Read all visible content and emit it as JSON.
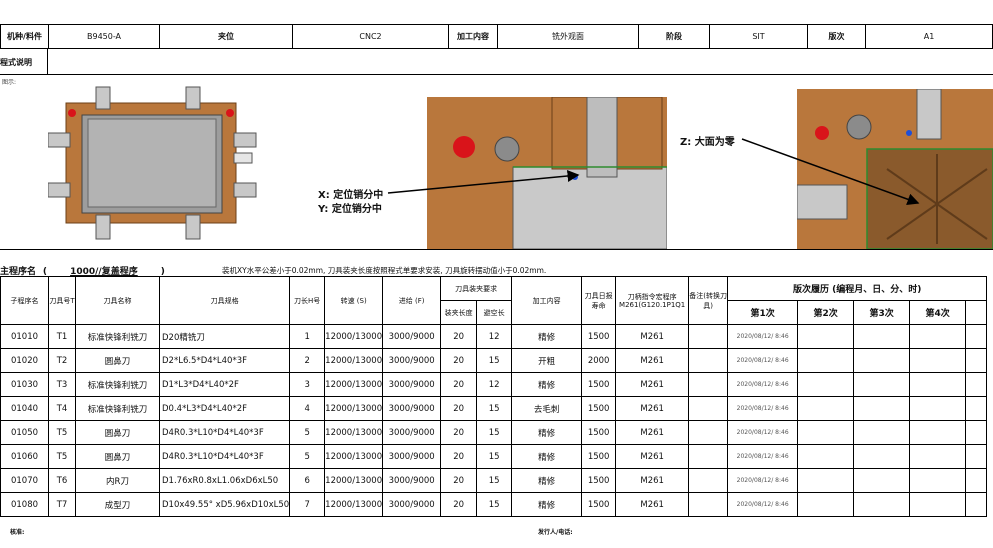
{
  "header": {
    "label_part": "机种/料件",
    "part_no": "B9450-A",
    "label_station": "夹位",
    "station": "CNC2",
    "label_process": "加工内容",
    "process": "铣外观面",
    "label_stage": "阶段",
    "stage": "SIT",
    "label_version": "版次",
    "version": "A1"
  },
  "program_desc_label": "程式说明",
  "images_label": "图示:",
  "image_captions": {
    "x_note": "X: 定位销分中",
    "y_note": "Y: 定位销分中",
    "z_note": "Z: 大面为零"
  },
  "main_program": {
    "label": "主程序名",
    "name": "1000//复盖程序",
    "note": "装机XY水平公差小于0.02mm, 刀具装夹长度按照程式单要求安装, 刀具旋转摆动值小于0.02mm."
  },
  "columns": {
    "sub_prog": "子程序名",
    "tool_no": "刀具号T",
    "tool_name": "刀具名称",
    "tool_spec": "刀具规格",
    "tool_h": "刀长H号",
    "speed": "转速 (S)",
    "feed": "进给 (F)",
    "clamp_group": "刀具装夹要求",
    "clamp_len": "装夹长度",
    "reach_len": "避空长",
    "content": "加工内容",
    "life": "刀具日报寿命",
    "cmd": "刀柄指令宏程序M261(G120.1P1Q1",
    "remark": "备注(转换刀具)",
    "history_group": "版次履历 (编程月、日、分、时)",
    "v1": "第1次",
    "v2": "第2次",
    "v3": "第3次",
    "v4": "第4次"
  },
  "rows": [
    {
      "sub": "01010",
      "t": "T1",
      "name": "标准快锋利铣刀",
      "spec": "D20精铣刀",
      "h": "1",
      "s": "12000/13000",
      "f": "3000/9000",
      "clamp": "20",
      "reach": "12",
      "content": "精修",
      "life": "1500",
      "cmd": "M261",
      "date": "2020/08/12/ 8:46"
    },
    {
      "sub": "01020",
      "t": "T2",
      "name": "圆鼻刀",
      "spec": "D2*L6.5*D4*L40*3F",
      "h": "2",
      "s": "12000/13000",
      "f": "3000/9000",
      "clamp": "20",
      "reach": "15",
      "content": "开粗",
      "life": "2000",
      "cmd": "M261",
      "date": "2020/08/12/ 8:46"
    },
    {
      "sub": "01030",
      "t": "T3",
      "name": "标准快锋利铣刀",
      "spec": "D1*L3*D4*L40*2F",
      "h": "3",
      "s": "12000/13000",
      "f": "3000/9000",
      "clamp": "20",
      "reach": "12",
      "content": "精修",
      "life": "1500",
      "cmd": "M261",
      "date": "2020/08/12/ 8:46"
    },
    {
      "sub": "01040",
      "t": "T4",
      "name": "标准快锋利铣刀",
      "spec": "D0.4*L3*D4*L40*2F",
      "h": "4",
      "s": "12000/13000",
      "f": "3000/9000",
      "clamp": "20",
      "reach": "15",
      "content": "去毛刺",
      "life": "1500",
      "cmd": "M261",
      "date": "2020/08/12/ 8:46"
    },
    {
      "sub": "01050",
      "t": "T5",
      "name": "圆鼻刀",
      "spec": "D4R0.3*L10*D4*L40*3F",
      "h": "5",
      "s": "12000/13000",
      "f": "3000/9000",
      "clamp": "20",
      "reach": "15",
      "content": "精修",
      "life": "1500",
      "cmd": "M261",
      "date": "2020/08/12/ 8:46"
    },
    {
      "sub": "01060",
      "t": "T5",
      "name": "圆鼻刀",
      "spec": "D4R0.3*L10*D4*L40*3F",
      "h": "5",
      "s": "12000/13000",
      "f": "3000/9000",
      "clamp": "20",
      "reach": "15",
      "content": "精修",
      "life": "1500",
      "cmd": "M261",
      "date": "2020/08/12/ 8:46"
    },
    {
      "sub": "01070",
      "t": "T6",
      "name": "内R刀",
      "spec": "D1.76xR0.8xL1.06xD6xL50",
      "h": "6",
      "s": "12000/13000",
      "f": "3000/9000",
      "clamp": "20",
      "reach": "15",
      "content": "精修",
      "life": "1500",
      "cmd": "M261",
      "date": "2020/08/12/ 8:46"
    },
    {
      "sub": "01080",
      "t": "T7",
      "name": "成型刀",
      "spec": "D10x49.55° xD5.96xD10xL50",
      "h": "7",
      "s": "12000/13000",
      "f": "3000/9000",
      "clamp": "20",
      "reach": "15",
      "content": "精修",
      "life": "1500",
      "cmd": "M261",
      "date": "2020/08/12/ 8:46"
    }
  ],
  "footer": {
    "audit": "核准:",
    "issuer": "发行人/电话:"
  },
  "colors": {
    "fixture": "#c27a3a",
    "part": "#a8a8a8",
    "pin": "#d9141a"
  }
}
